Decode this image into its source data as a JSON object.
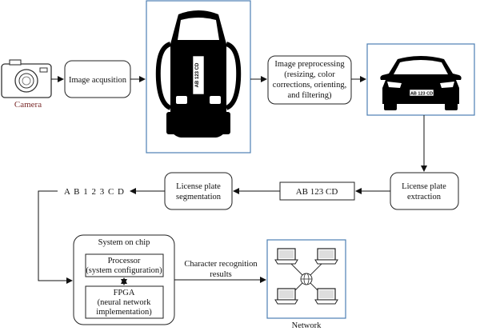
{
  "camera": {
    "label": "Camera"
  },
  "image_acquisition": {
    "label": "Image acqusition"
  },
  "image_preprocessing": {
    "lines": [
      "Image preprocessing",
      "(resizing, color",
      "corrections, orienting,",
      "and filtering)"
    ]
  },
  "license_plate_extraction": {
    "lines": [
      "License plate",
      "extraction"
    ]
  },
  "plate_text": {
    "value": "AB 123 CD"
  },
  "license_plate_segmentation": {
    "lines": [
      "License plate",
      "segmentation"
    ]
  },
  "segmented_chars": {
    "value": "A B 1 2 3 C D"
  },
  "car_front_plate": {
    "value": "AB 123 CD"
  },
  "car_side_plate": {
    "value": "AB 123 CD"
  },
  "system_on_chip": {
    "label": "System on chip"
  },
  "processor": {
    "lines": [
      "Processor",
      "(system configuration)"
    ]
  },
  "fpga": {
    "lines": [
      "FPGA",
      "(neural network",
      "implementation)"
    ]
  },
  "character_recognition": {
    "lines": [
      "Character recognition",
      "results"
    ]
  },
  "network": {
    "label": "Network"
  }
}
